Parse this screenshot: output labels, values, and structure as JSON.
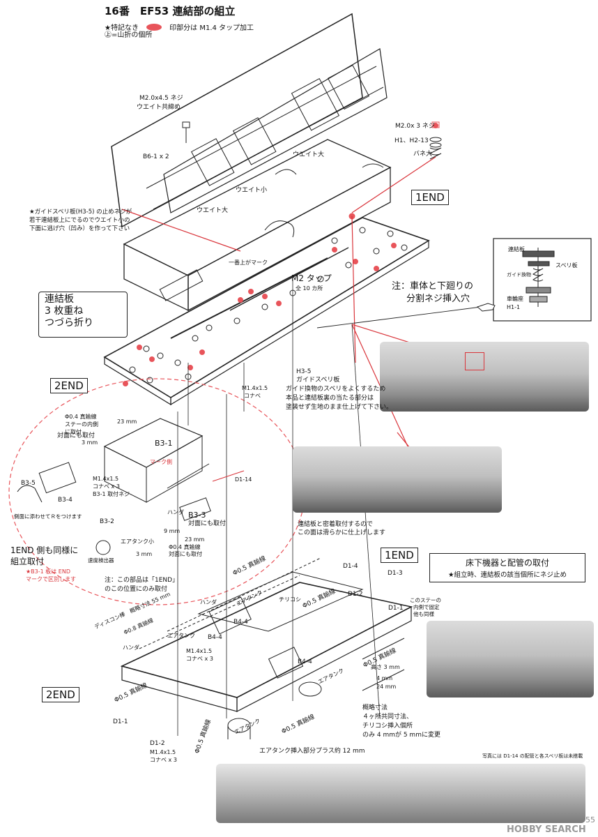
{
  "title": "16番　EF53 連結部の組立",
  "legend": {
    "no_mark": "★特記なき",
    "tap_text": "印部分は M1.4 タップ加工",
    "mountain_text": "㊤=山折の個所",
    "tap_color": "#e8545a"
  },
  "end_labels": {
    "end1_top": "1END",
    "end2_mid": "2END",
    "end1_bottom": "1END",
    "end2_bottom": "2END"
  },
  "labels": {
    "screw_m2x45": "M2.0x4.5 ネジ",
    "weight_common": "ウエイト共締め",
    "b6": "B6-1 x 2",
    "weight_large1": "ウエイト大",
    "weight_small": "ウエイト小",
    "weight_large2": "ウエイト大",
    "screw_m2x3": "M2.0x 3 ネジ",
    "h1_h2": "H1、H2-13",
    "spring_large": "バネ大",
    "guide_note_1": "★ガイドスベリ板(H3-5) の止めネジが",
    "guide_note_2": "若干連結板上にでるのでウエイト小の",
    "guide_note_3": "下面に逃げ穴（凹み）を作って下さい",
    "top_mark": "一番上がマーク",
    "m2_tap": "M2 タップ",
    "m2_tap_count": "全 10 カ所",
    "split_screw_note": "注：車体と下廻りの",
    "split_screw_note2": "分割ネジ挿入穴",
    "ins_plate": "連結板",
    "ins_slide": "スベリ板",
    "ins_guide": "ガイド換物",
    "ins_wheel": "車輪座",
    "ins_h11": "H1-1",
    "plates_1": "連結板",
    "plates_2": "3 枚重ね",
    "plates_3": "つづら折り",
    "h35": "H3-5",
    "h35_guide": "ガイドスベリ板",
    "h35_note1": "ガイド換物のスベリをよくするため",
    "h35_note2": "本品と連結板裏の当たる部分は",
    "h35_note3": "塗装せず生地のまま仕上げて下さい。",
    "m14_15": "M1.4x1.5",
    "konabe": "コナベ",
    "wire04_1": "Φ0.4 真鍮線",
    "wire04_2": "ステーの内側",
    "wire04_3": "に取付",
    "dim23": "23 mm",
    "opposite1": "対面にも取付",
    "dim3": "3 mm",
    "b31": "B3-1",
    "mark_side": "マーク側",
    "b35": "B3-5",
    "b34": "B3-4",
    "m14_konabe3": "M1.4x1.5",
    "konabe_x3": "コナベ x 3",
    "b31_screw": "B3-1 取付ネジ",
    "d114": "D1-14",
    "handa1": "ハンダ",
    "b33": "B3-3",
    "opposite2": "対面にも取付",
    "dim9": "9 mm",
    "dim23b": "23 mm",
    "side_note": "側面に添わせてＲをつけます",
    "b32": "B3-2",
    "air_small": "エアタンク小",
    "wire04b_1": "Φ0.4 真鍮線",
    "wire04b_2": "対面にも取付",
    "dim3b": "3 mm",
    "speed_sensor": "速度検出器",
    "end1_note1": "1END 側も同様に",
    "end1_note2": "組立取付",
    "b31_note1": "★B3-1 板は END",
    "b31_note2": "マークで区別します",
    "one_end_note1": "注：この部品は「1END」",
    "one_end_note2": "のこの位置にのみ取付",
    "conn_note1": "連結板と密着取付するので",
    "conn_note2": "この面は滑らかに仕上げします",
    "underfloor_title": "床下機器と配管の取付",
    "underfloor_sub": "★組立時、連結板の該当個所にネジ止め",
    "d14": "D1-4",
    "d13": "D1-3",
    "d12": "D1-2",
    "d11": "D1-1",
    "stay_note1": "このステーの",
    "stay_note2": "内側で固定",
    "stay_note3": "他も同様",
    "wire05_a": "Φ0.5 真鍮線",
    "wire05_b": "Φ0.5 真鍮線",
    "chirikoshi": "チリコシ",
    "air_tank_a": "エアタンク",
    "handa2": "ハンダ",
    "disc_1": "ディスコン棒　概略寸法 55 mm",
    "disc_2": "Φ0.8 真鍮線",
    "b44a": "B4-4",
    "b44b": "B4-4",
    "m14_3a": "M1.4x1.5",
    "konabe_3a": "コナベ x 3",
    "air_tank_b": "エアタンク",
    "handa3": "ハンダ",
    "b44c": "B4-4",
    "air_tank_c": "エアタンク",
    "wire05_c": "Φ0.5 真鍮線",
    "height3": "高さ 3 mm",
    "dim4": "4 mm",
    "dim24": "24 mm",
    "wire05_d": "Φ0.5 真鍮線",
    "wire05_e": "Φ0.5 真鍮線",
    "d11b": "D1-1",
    "d12b": "D1-2",
    "m14_3b": "M1.4x1.5",
    "konabe_3b": "コナベ x 3",
    "wire05_f": "Φ0.5 真鍮線",
    "air_tank_d": "エアタンク",
    "approx_1": "概略寸法",
    "approx_2": "４ヶ所共同寸法、",
    "approx_3": "チリコシ挿入個所",
    "approx_4": "のみ 4 mmが 5 mmに変更",
    "air_insert": "エアタンク挿入部分プラス約 12 mm",
    "photo_note": "写真には D1-14 の配管と各スベリ板は未搭載"
  },
  "logo": "HOBBY SEARCH",
  "page_number": "55"
}
